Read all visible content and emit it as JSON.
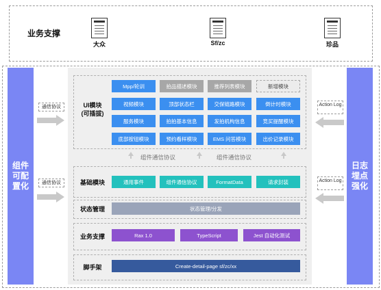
{
  "top": {
    "title": "业务支撑",
    "docs": [
      {
        "label": "大众",
        "icon": "document-icon"
      },
      {
        "label": "Sf/zc",
        "icon": "document-icon"
      },
      {
        "label": "珍品",
        "icon": "document-icon"
      }
    ]
  },
  "left_sidebar": {
    "label": "组件可配置化"
  },
  "right_sidebar": {
    "label": "日志埋点强化"
  },
  "left_tags": [
    "通信协议",
    "通信协议"
  ],
  "right_tags": [
    "Action Log",
    "Action Log"
  ],
  "ui_section": {
    "label": "UI模块\n(可插拔)",
    "modules": [
      [
        "Mpp/轮训",
        "拍品描述模块",
        "推荐列表模块",
        "新增模块"
      ],
      [
        "视频模块",
        "顶部状态栏",
        "交保链路模块",
        "倒计时模块"
      ],
      [
        "服务模块",
        "拍拍基本信息",
        "发拍机构信息",
        "竞买提醒模块"
      ],
      [
        "底部按钮模块",
        "预约看样模块",
        "EMS 问答模块",
        "出价记录模块"
      ]
    ],
    "module_styles": [
      [
        "blue",
        "gray",
        "gray",
        "ghost"
      ],
      [
        "blue",
        "blue",
        "blue",
        "blue"
      ],
      [
        "blue",
        "blue",
        "blue",
        "blue"
      ],
      [
        "blue",
        "blue",
        "blue",
        "blue"
      ]
    ]
  },
  "comm_labels": [
    "组件通信协议",
    "组件通信协议"
  ],
  "base_section": {
    "label": "基础模块",
    "modules": [
      "通用事件",
      "组件通信协议",
      "FormatData",
      "请求封装"
    ]
  },
  "state_section": {
    "label": "状态管理",
    "bar": "状态管理/分发"
  },
  "biz_section": {
    "label": "业务支撑",
    "modules": [
      "Rax 1.0",
      "TypeScript",
      "Jest 自动化测试"
    ]
  },
  "scaffold_section": {
    "label": "脚手架",
    "bar": "Create-detail-page sf/zc/xx"
  },
  "colors": {
    "sidebar": "#7a86f4",
    "ui_blue": "#3b8ff0",
    "ui_gray": "#a7a7a7",
    "base_teal": "#23c1bd",
    "state_steel": "#9aa4b9",
    "biz_purple": "#8d52cf",
    "scaffold_navy": "#365a9d",
    "panel_gray": "#efefef"
  }
}
